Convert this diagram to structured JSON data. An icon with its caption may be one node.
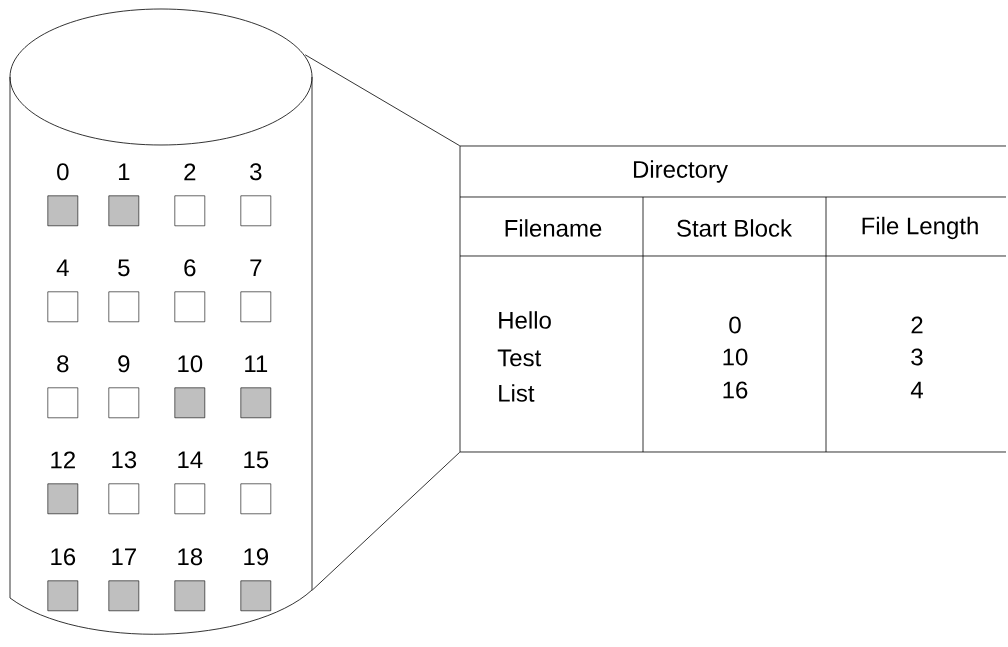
{
  "diagram": {
    "nodes": [
      {
        "text": [],
        "shape": "cylinder"
      },
      {
        "text": [
          "0"
        ],
        "in": 0
      },
      {
        "text": [
          "1"
        ],
        "in": 0
      },
      {
        "text": [
          "2"
        ],
        "in": 0
      },
      {
        "text": [
          "3"
        ],
        "in": 0
      },
      {
        "text": [
          "4"
        ],
        "in": 0
      },
      {
        "text": [
          "5"
        ],
        "in": 0
      },
      {
        "text": [
          "6"
        ],
        "in": 0
      },
      {
        "text": [
          "7"
        ],
        "in": 0
      },
      {
        "text": [
          "8"
        ],
        "in": 0
      },
      {
        "text": [
          "9"
        ],
        "in": 0
      },
      {
        "text": [
          "10"
        ],
        "in": 0
      },
      {
        "text": [
          "11"
        ],
        "in": 0
      },
      {
        "text": [
          "12"
        ],
        "in": 0
      },
      {
        "text": [
          "13"
        ],
        "in": 0
      },
      {
        "text": [
          "14"
        ],
        "in": 0
      },
      {
        "text": [
          "15"
        ],
        "in": 0
      },
      {
        "text": [
          "16"
        ],
        "in": 0
      },
      {
        "text": [
          "17"
        ],
        "in": 0
      },
      {
        "text": [
          "18"
        ],
        "in": 0
      },
      {
        "text": [
          "19"
        ],
        "in": 0
      },
      {
        "text": [
          "Directory"
        ]
      }
    ],
    "edges": [
      {
        "from": 0,
        "to": 21,
        "arrow": "none"
      },
      {
        "from": 0,
        "to": 21,
        "arrow": "none"
      }
    ],
    "labels": [
      "Filename",
      "Start Block",
      "File Length",
      "Hello",
      "0",
      "2",
      "Test",
      "10",
      "3",
      "List",
      "16",
      "4"
    ]
  }
}
